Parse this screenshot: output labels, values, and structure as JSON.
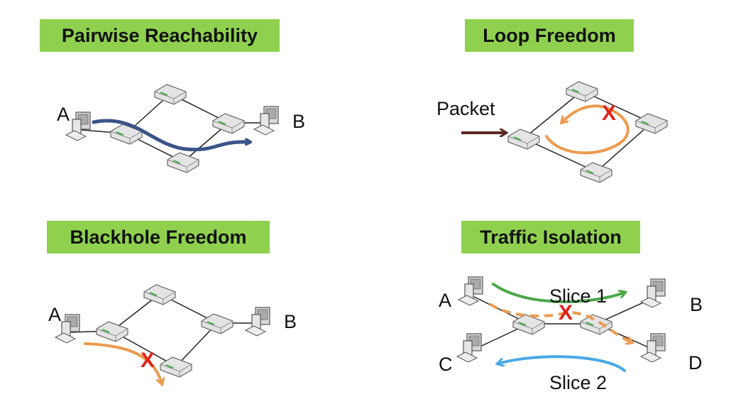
{
  "panels": {
    "pairwise": {
      "title": "Pairwise Reachability",
      "host_a": "A",
      "host_b": "B"
    },
    "loop": {
      "title": "Loop Freedom",
      "packet": "Packet",
      "fail_mark": "X"
    },
    "blackhole": {
      "title": "Blackhole Freedom",
      "host_a": "A",
      "host_b": "B",
      "fail_mark": "X"
    },
    "isolation": {
      "title": "Traffic Isolation",
      "host_a": "A",
      "host_b": "B",
      "host_c": "C",
      "host_d": "D",
      "slice1": "Slice 1",
      "slice2": "Slice 2",
      "fail_mark": "X"
    }
  },
  "colors": {
    "title_bg": "#8fd14f",
    "path_blue": "#3b5488",
    "path_orange": "#ec9a4e",
    "path_green": "#4aa84a",
    "path_light_blue": "#4aa9e6",
    "packet_arrow": "#5a2a24",
    "fail_red": "#e0231b"
  }
}
